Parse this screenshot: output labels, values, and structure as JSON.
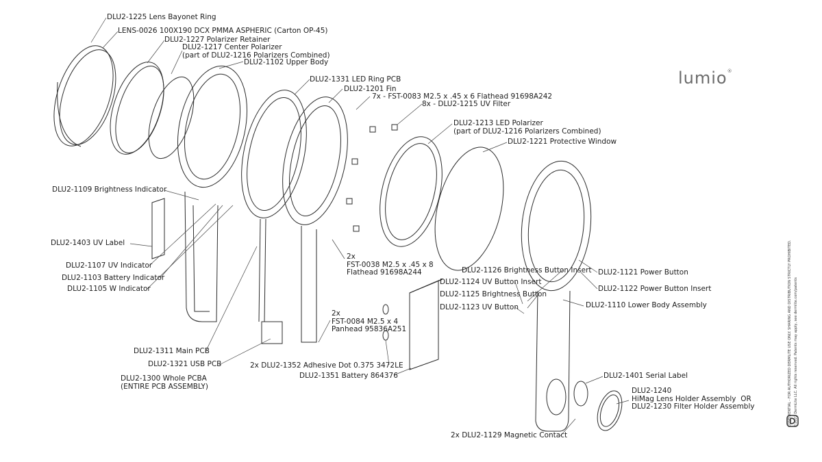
{
  "logo": "lumio",
  "logo_mark": "®",
  "confidential": {
    "line1": "CONFIDENTIAL - FOR AUTHORIZED DERMLITE USE ONLY. SHARING AND DISTRIBUTION STRICTLY PROHIBITED.",
    "line2": "©2022 DermLite LLC. All rights reserved. Patents may apply, see dermlite.com/patents"
  },
  "labels": {
    "l1225": "DLU2-1225 Lens Bayonet Ring",
    "l0026": "LENS-0026 100X190 DCX PMMA ASPHERIC (Carton OP-45)",
    "l1227": "DLU2-1227 Polarizer Retainer",
    "l1217": "DLU2-1217 Center Polarizer\n(part of DLU2-1216 Polarizers Combined)",
    "l1102": "DLU2-1102 Upper Body",
    "l1331": "DLU2-1331 LED Ring PCB",
    "l1201": "DLU2-1201 Fin",
    "l0083": "7x - FST-0083 M2.5 x .45 x 6 Flathead 91698A242",
    "l1215": "8x - DLU2-1215 UV Filter",
    "l1213": "DLU2-1213 LED Polarizer\n(part of DLU2-1216 Polarizers Combined)",
    "l1221": "DLU2-1221 Protective Window",
    "l1109": "DLU2-1109 Brightness Indicator",
    "l1403": "DLU2-1403 UV Label",
    "l1107": "DLU2-1107 UV Indicator",
    "l1103": "DLU2-1103 Battery Indicator",
    "l1105": "DLU2-1105 W Indicator",
    "l0038": "2x\nFST-0038 M2.5 x .45 x 8\nFlathead 91698A244",
    "l1126": "DLU2-1126 Brightness Button Insert",
    "l1124": "DLU2-1124 UV Button Insert",
    "l1125": "DLU2-1125 Brightness Button",
    "l1123": "DLU2-1123 UV Button",
    "l1121": "DLU2-1121 Power Button",
    "l1122": "DLU2-1122 Power Button Insert",
    "l1110": "DLU2-1110 Lower Body Assembly",
    "l0084": "2x\nFST-0084 M2.5 x 4\nPanhead 95836A251",
    "l1311": "DLU2-1311 Main PCB",
    "l1321": "DLU2-1321 USB PCB",
    "l1352": "2x DLU2-1352 Adhesive Dot 0.375 3472LE",
    "l1351": "DLU2-1351 Battery 864376",
    "l1300": "DLU2-1300 Whole PCBA\n(ENTIRE PCB ASSEMBLY)",
    "l1401": "DLU2-1401 Serial Label",
    "l1240": "DLU2-1240\nHiMag Lens Holder Assembly  OR\nDLU2-1230 Filter Holder Assembly",
    "l1129": "2x DLU2-1129 Magnetic Contact"
  }
}
